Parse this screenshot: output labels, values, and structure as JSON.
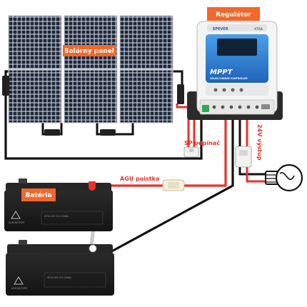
{
  "labels": {
    "solar_panel": "Solárny panel",
    "regulator": "Regulátor",
    "battery": "Batéria",
    "breaker": "SP odpínač",
    "fuse": "AGU poistka",
    "output": "24V výstup"
  },
  "controller": {
    "brand": "EPEVER",
    "model": "XTRA",
    "mppt": "MPPT",
    "subtitle": "SOLAR CHARGE CONTROLLER"
  },
  "battery_print": {
    "brand": "AGM BATTERY",
    "model": "AP12-200 12V 200Ah"
  },
  "colors": {
    "tag_orange": "#f2672a",
    "wire_red": "#e8322a",
    "wire_black": "#111111",
    "panel_cell": "#1d2738",
    "controller_blue": "#2f7fd2",
    "battery_body": "#1e1e1e"
  }
}
